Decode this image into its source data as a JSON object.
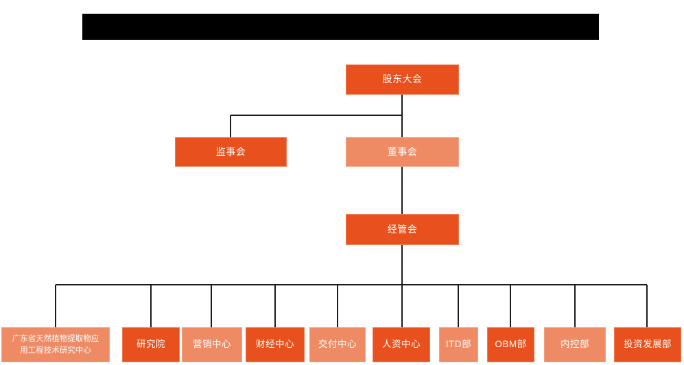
{
  "page": {
    "background_color": "#ffffff",
    "title_banner": {
      "name": "redacted-title-banner",
      "color": "#000000",
      "text": ""
    }
  },
  "theme": {
    "accent_dark": "#e8511d",
    "accent_light": "#ee8a64",
    "connector_color": "#1a1a1a",
    "text_color": "#ffffff"
  },
  "chart_data": {
    "type": "org-chart",
    "title": "",
    "orientation": "top-down",
    "levels": [
      {
        "level": 1,
        "nodes": [
          {
            "id": "shareholders",
            "label": "股东大会",
            "tone": "dark"
          }
        ]
      },
      {
        "level": 2,
        "nodes": [
          {
            "id": "supervisors",
            "label": "监事会",
            "tone": "dark"
          },
          {
            "id": "directors",
            "label": "董事会",
            "tone": "light"
          }
        ]
      },
      {
        "level": 3,
        "nodes": [
          {
            "id": "management",
            "label": "经管会",
            "tone": "dark"
          }
        ]
      },
      {
        "level": 4,
        "nodes": [
          {
            "id": "gd-center",
            "label": "广东省天然植物提取物应\n用工程技术研究中心",
            "tone": "light"
          },
          {
            "id": "research-institute",
            "label": "研究院",
            "tone": "dark"
          },
          {
            "id": "marketing-center",
            "label": "营销中心",
            "tone": "light"
          },
          {
            "id": "finance-center",
            "label": "财经中心",
            "tone": "dark"
          },
          {
            "id": "delivery-center",
            "label": "交付中心",
            "tone": "light"
          },
          {
            "id": "hr-center",
            "label": "人资中心",
            "tone": "dark"
          },
          {
            "id": "itd-dept",
            "label": "ITD部",
            "tone": "light"
          },
          {
            "id": "obm-dept",
            "label": "OBM部",
            "tone": "dark"
          },
          {
            "id": "internal-control-dept",
            "label": "内控部",
            "tone": "light"
          },
          {
            "id": "investment-dev-dept",
            "label": "投资发展部",
            "tone": "dark"
          }
        ]
      }
    ],
    "edges": [
      {
        "from": "shareholders",
        "to": "supervisors"
      },
      {
        "from": "shareholders",
        "to": "directors"
      },
      {
        "from": "directors",
        "to": "management"
      },
      {
        "from": "management",
        "to": "gd-center"
      },
      {
        "from": "management",
        "to": "research-institute"
      },
      {
        "from": "management",
        "to": "marketing-center"
      },
      {
        "from": "management",
        "to": "finance-center"
      },
      {
        "from": "management",
        "to": "delivery-center"
      },
      {
        "from": "management",
        "to": "hr-center"
      },
      {
        "from": "management",
        "to": "itd-dept"
      },
      {
        "from": "management",
        "to": "obm-dept"
      },
      {
        "from": "management",
        "to": "internal-control-dept"
      },
      {
        "from": "management",
        "to": "investment-dev-dept"
      }
    ]
  }
}
